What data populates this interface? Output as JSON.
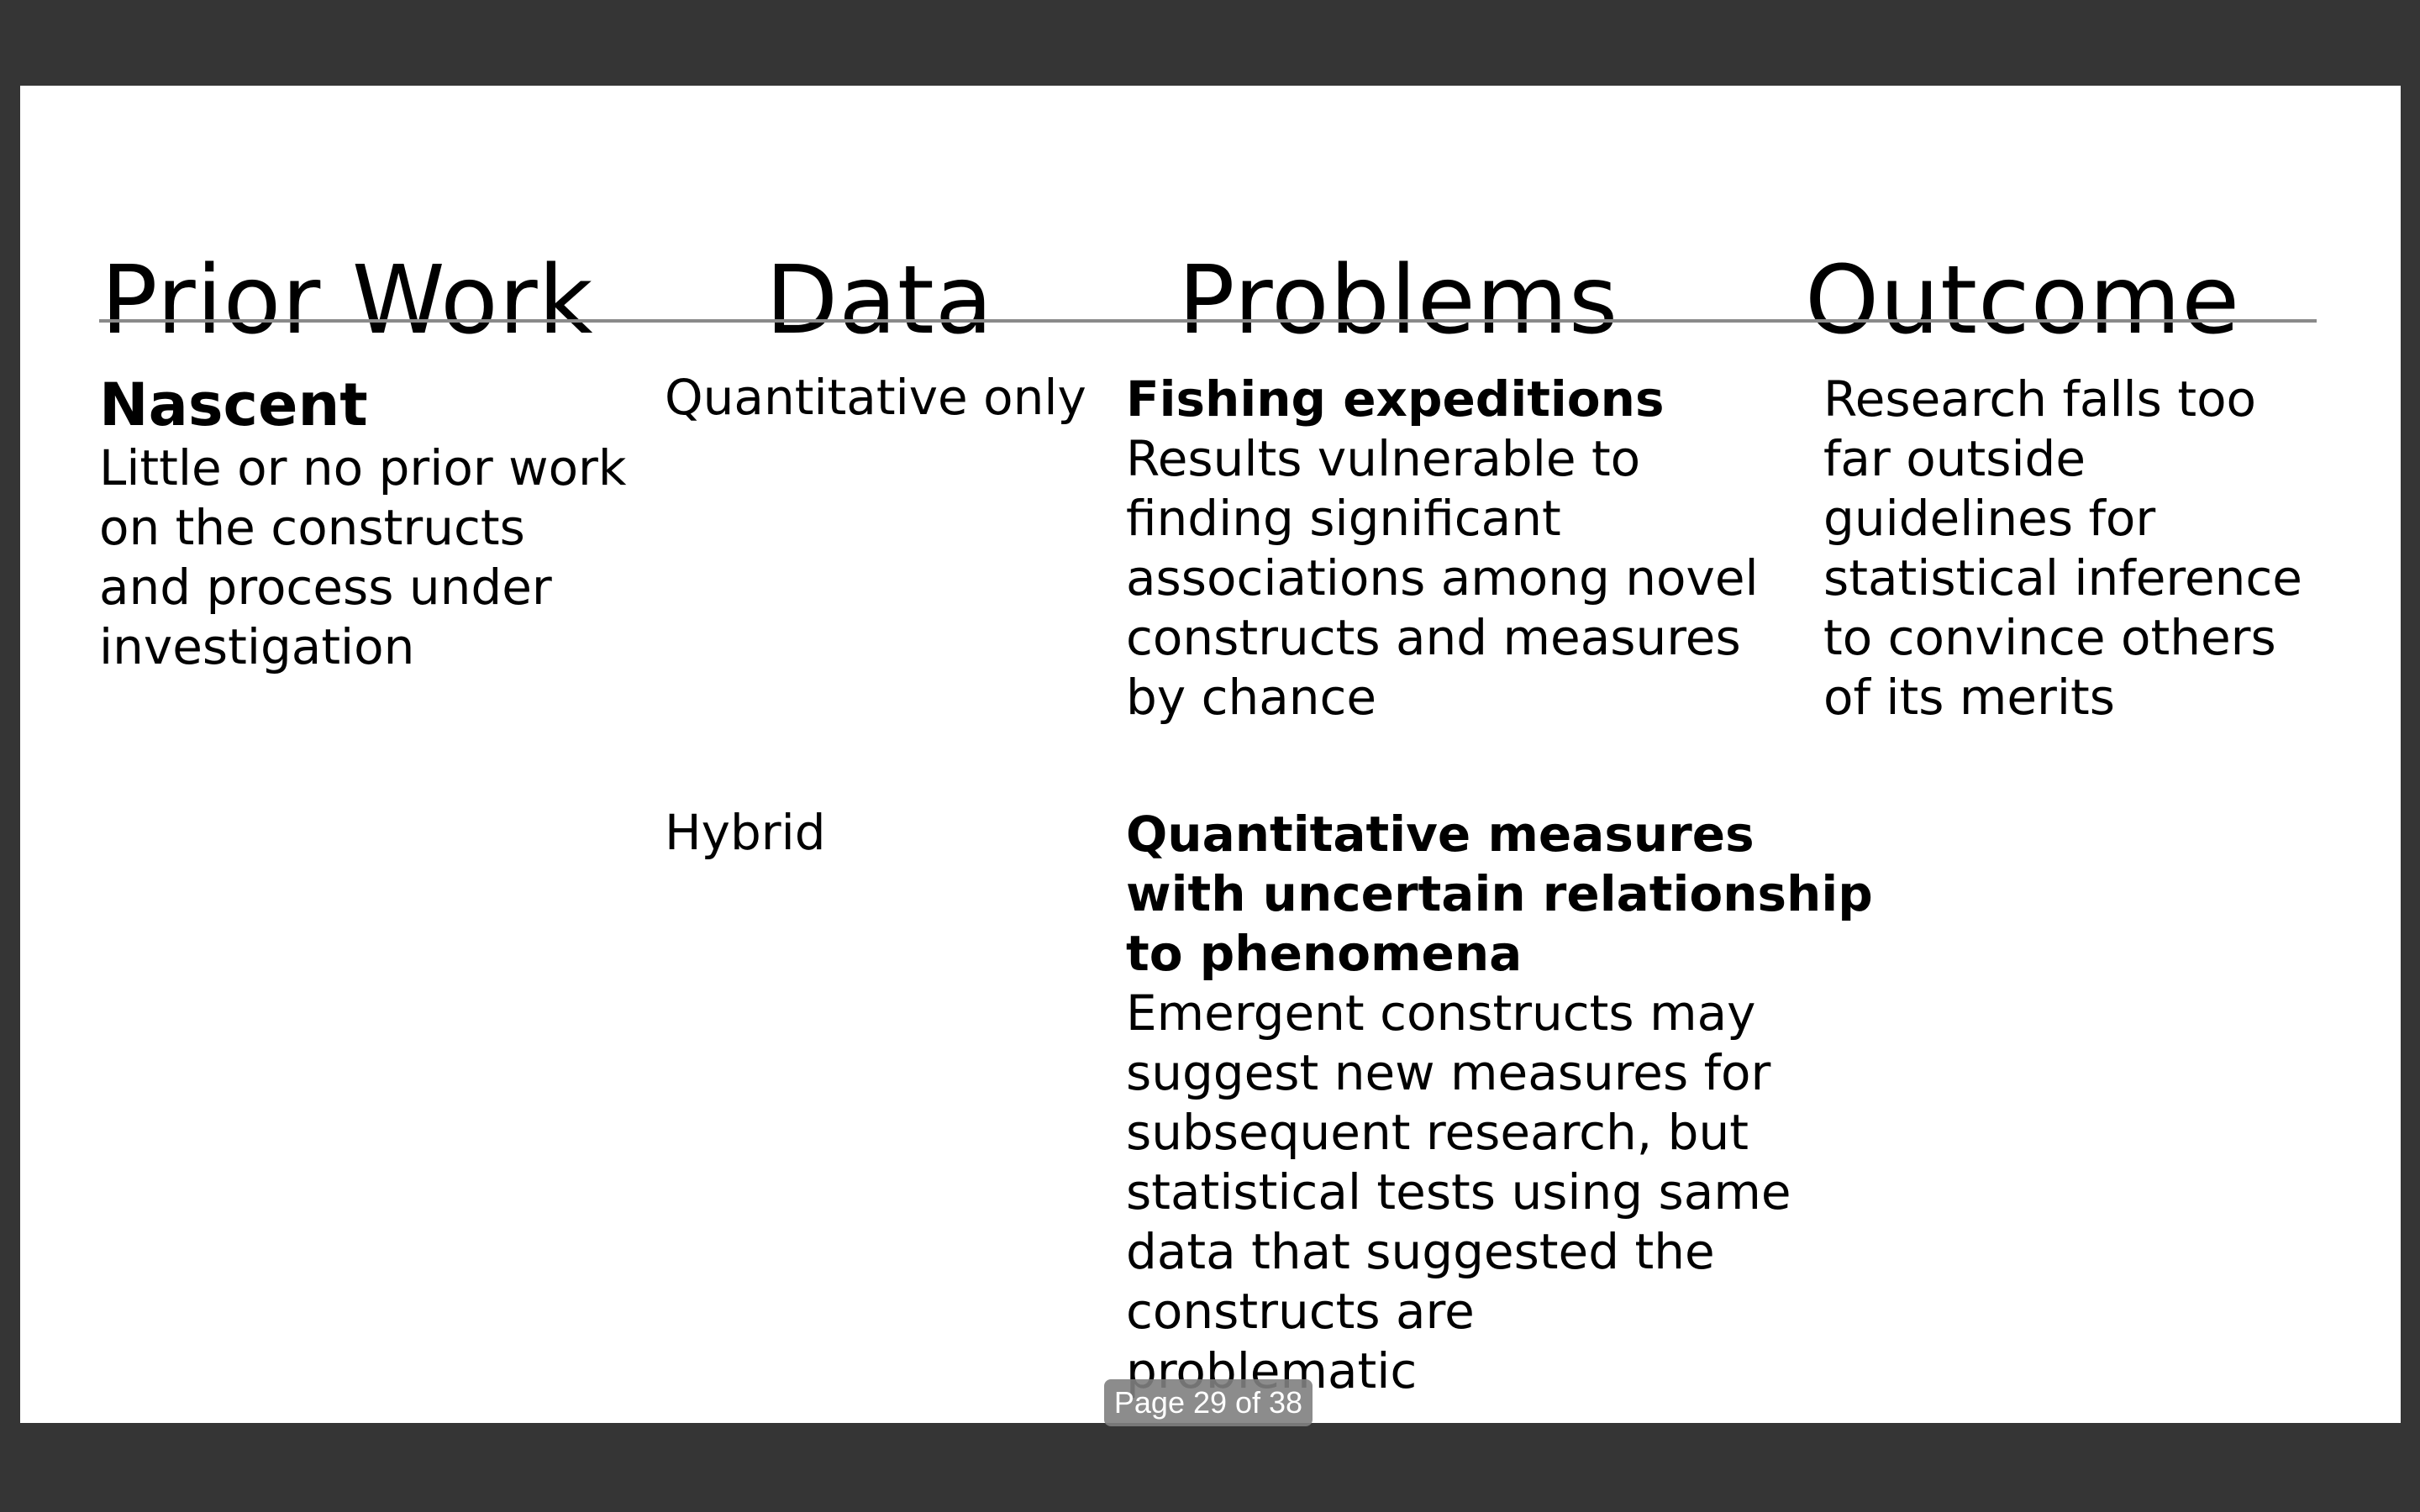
{
  "slide": {
    "headers": {
      "prior_work": "Prior Work",
      "data": "Data",
      "problems": "Problems",
      "outcome": "Outcome"
    },
    "prior_work": {
      "title": "Nascent",
      "lines": [
        "Little or no prior work",
        "on the constructs",
        "and process under",
        "investigation"
      ]
    },
    "data_rows": [
      "Quantitative only",
      "Hybrid"
    ],
    "problems": [
      {
        "title_lines": [
          "Fishing expeditions"
        ],
        "body_lines": [
          "Results vulnerable to",
          "finding significant",
          "associations among novel",
          "constructs and measures",
          "by chance"
        ]
      },
      {
        "title_lines": [
          "Quantitative measures",
          "with uncertain relationship",
          "to phenomena"
        ],
        "body_lines": [
          "Emergent constructs may",
          "suggest new measures for",
          "subsequent research, but",
          "statistical tests using same",
          "data that suggested the",
          "constructs are",
          "problematic"
        ]
      }
    ],
    "outcome": {
      "lines": [
        "Research falls too",
        "far outside",
        "guidelines for",
        "statistical inference",
        "to convince others",
        "of its merits"
      ]
    }
  },
  "viewer": {
    "page_indicator": "Page 29 of 38"
  },
  "colors": {
    "background": "#353535",
    "slide": "#ffffff",
    "rule": "#8a8a8a",
    "text": "#000000"
  }
}
